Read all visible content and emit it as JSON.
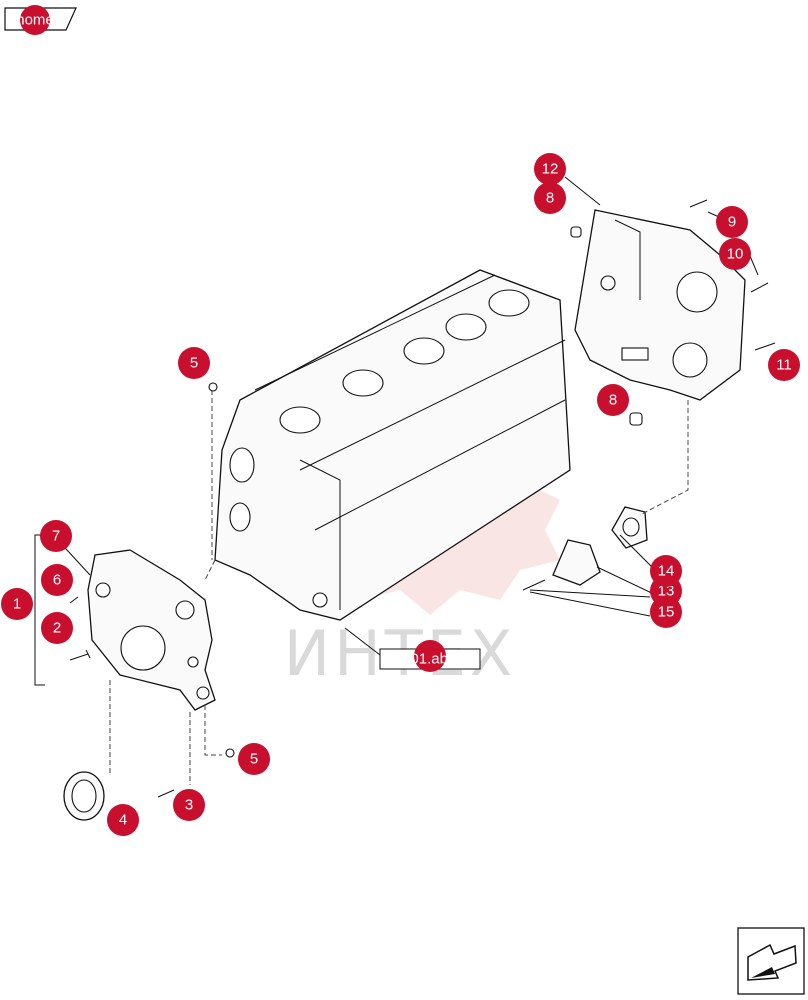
{
  "header": {
    "home_label": "home"
  },
  "diagram": {
    "reference_label": "10.001.ab (01)",
    "watermark_text": "ИНТЕХ",
    "callouts": [
      "1",
      "2",
      "3",
      "4",
      "5",
      "5",
      "6",
      "7",
      "8",
      "8",
      "9",
      "10",
      "11",
      "12",
      "14",
      "13",
      "15"
    ]
  },
  "colors": {
    "callout_fill": "#c8102e",
    "watermark": "#f2c4c4"
  },
  "icons": {
    "nav": "arrow-next-icon"
  }
}
